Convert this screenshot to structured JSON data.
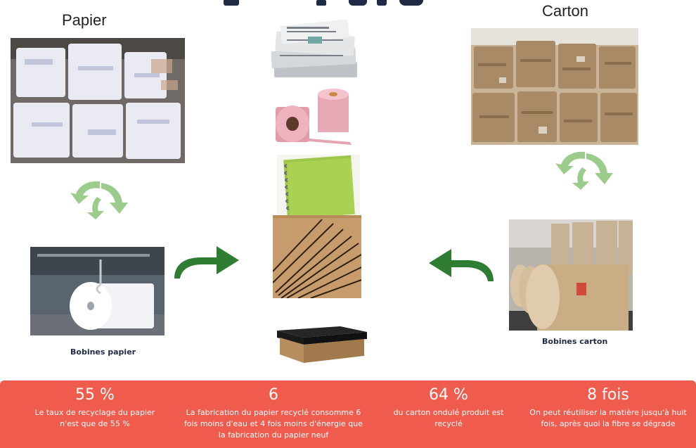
{
  "sections": {
    "paper_title": "Papier",
    "cardboard_title": "Carton"
  },
  "captions": {
    "paper_reels": "Bobines papier",
    "cardboard_reels": "Bobines carton"
  },
  "stats": [
    {
      "value": "55 %",
      "text": "Le taux de recyclage du papier n'est que de 55 %"
    },
    {
      "value": "6",
      "text": "La fabrication du papier recyclé consomme 6 fois moins d'eau et 4 fois moins d'énergie que la fabrication du papier neuf"
    },
    {
      "value": "64 %",
      "text": "du carton ondulé produit est recyclé"
    },
    {
      "value": "8 fois",
      "text": "On peut réutiliser la matière jusqu'à huit fois, après quoi la fibre se dégrade"
    }
  ],
  "colors": {
    "band": "#ef5b4d",
    "arrow_dark_green": "#2e7d32",
    "arrow_light_green": "#9ccc8c"
  }
}
